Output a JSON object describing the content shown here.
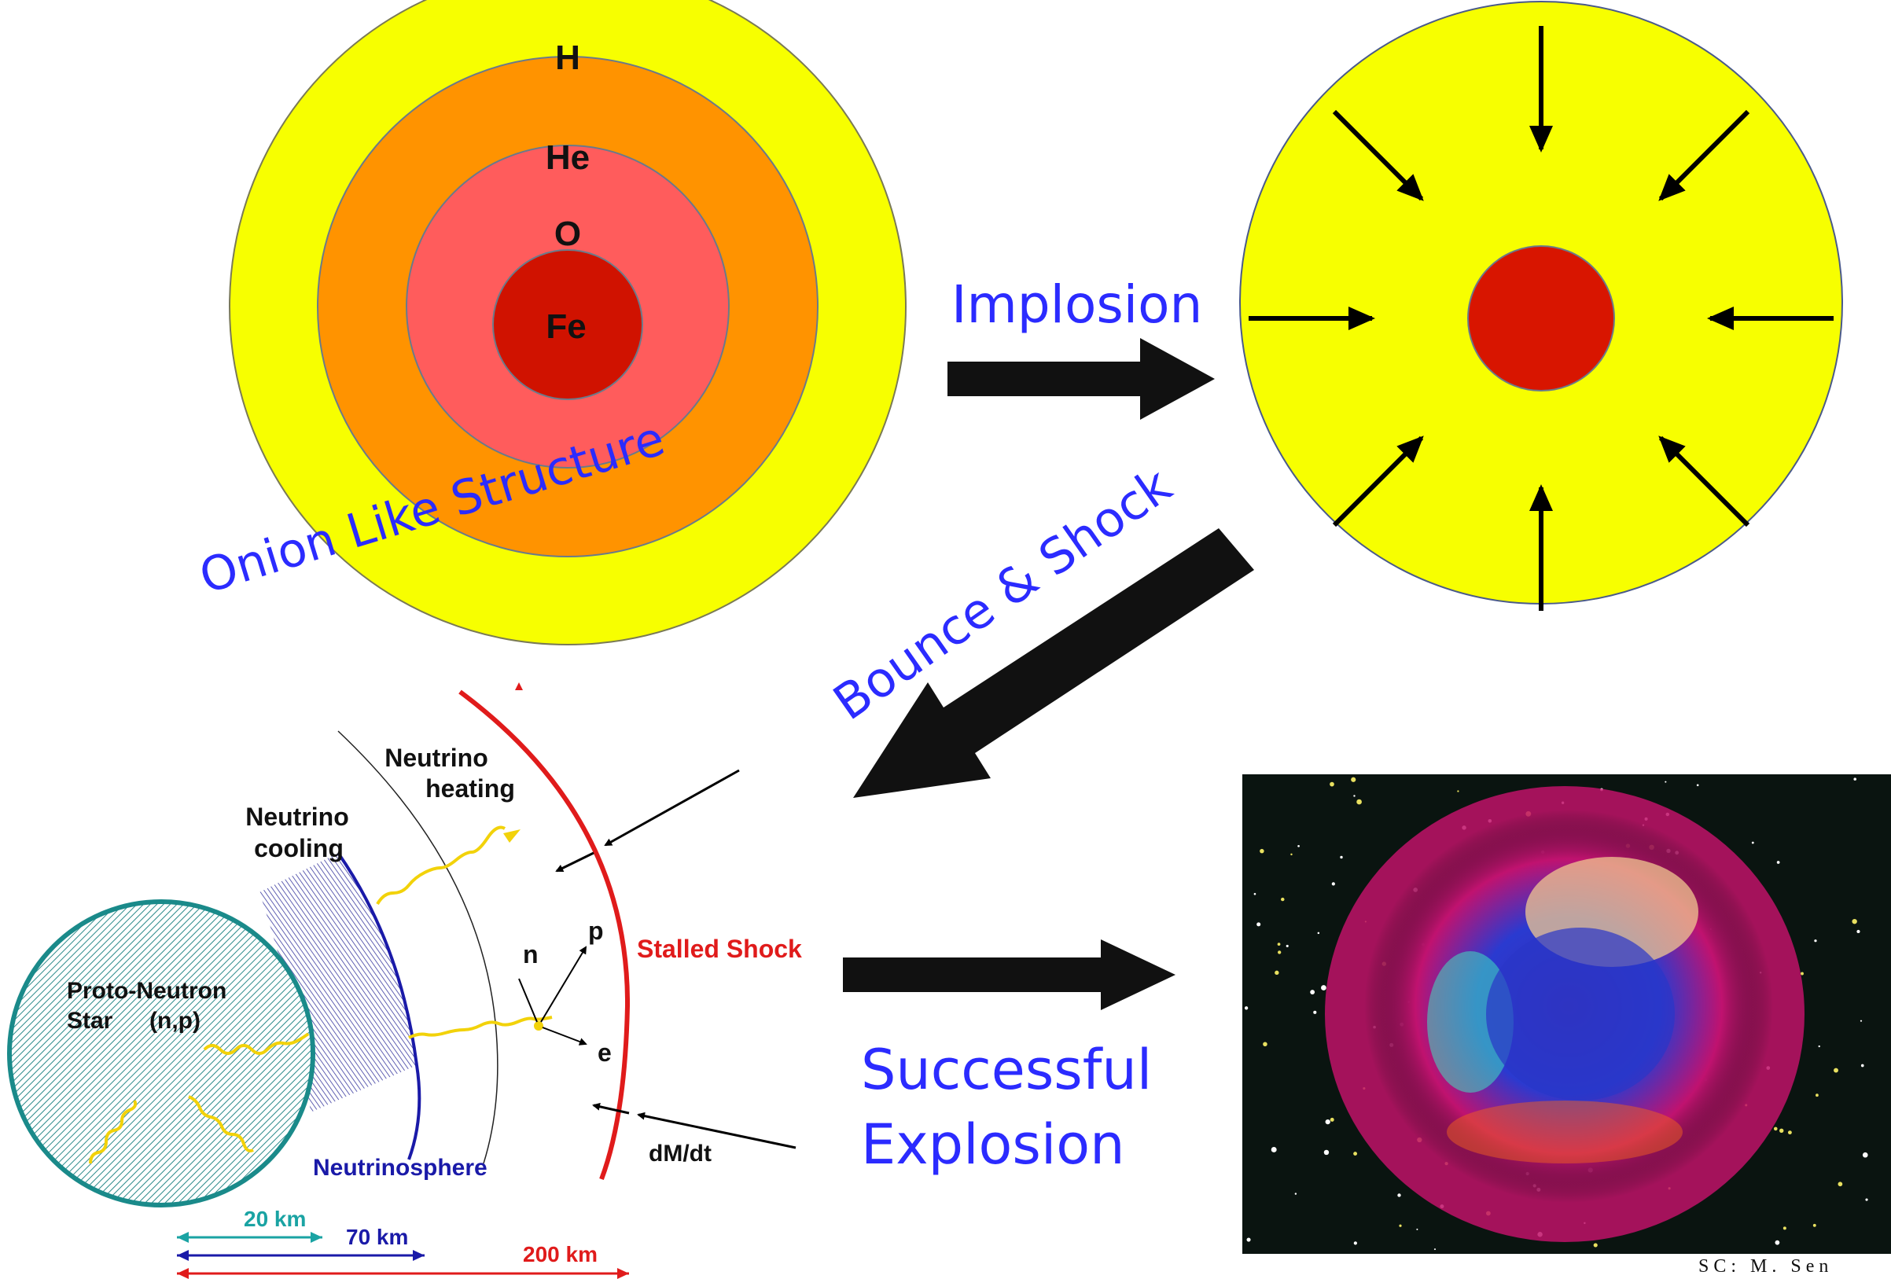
{
  "onion": {
    "layers": [
      "H",
      "He",
      "O",
      "Fe"
    ],
    "caption": "Onion Like Structure",
    "colors": {
      "H": "#f7ff00",
      "He": "#ff9300",
      "O": "#ff5c5c",
      "Fe": "#d01200"
    }
  },
  "implosion_label": "Implosion",
  "bounce_label": "Bounce & Shock",
  "explosion_label": [
    "Successful",
    "Explosion"
  ],
  "shock_diagram": {
    "core_label": [
      "Proto-Neutron",
      "Star",
      "(n,p)"
    ],
    "cooling_label": [
      "Neutrino",
      "cooling"
    ],
    "heating_label": [
      "Neutrino",
      "heating"
    ],
    "shock_label": "Stalled Shock",
    "particles": [
      "n",
      "p",
      "e"
    ],
    "accretion_label": "dM/dt",
    "neutrinosphere_label": "Neutrinosphere",
    "scales": [
      "20 km",
      "70 km",
      "200 km"
    ],
    "scale_colors": [
      "#1aa3a3",
      "#1a1aa8",
      "#e01b1b"
    ]
  },
  "credit": "SC: M. Sen"
}
